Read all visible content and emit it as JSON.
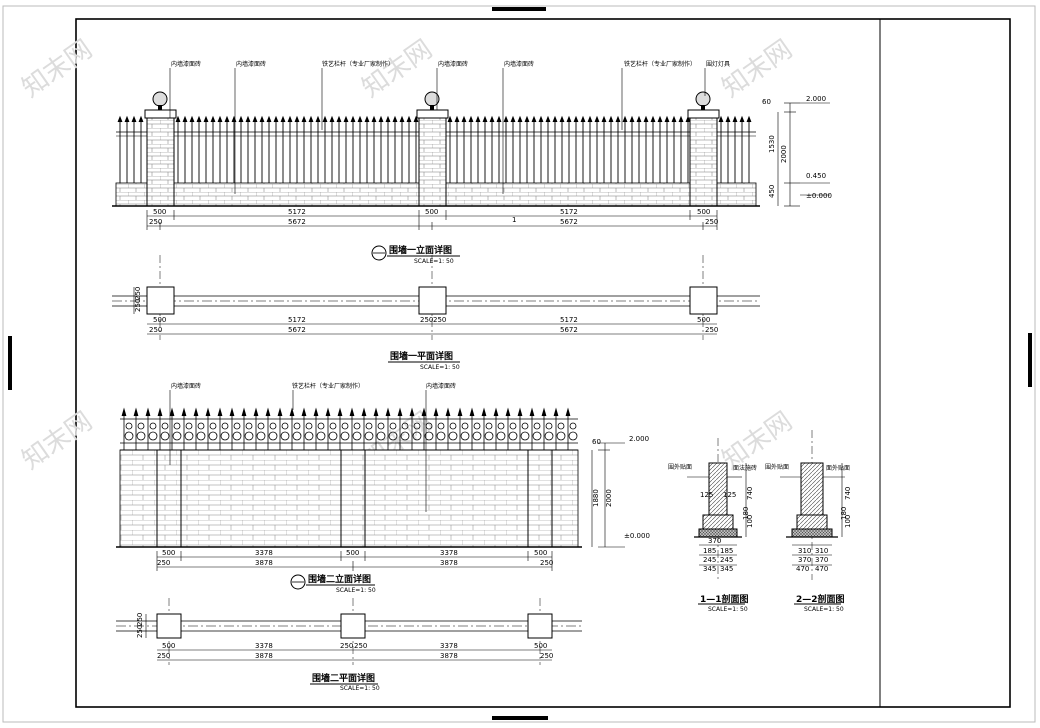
{
  "colors": {
    "line": "#000000",
    "brick": "#777777",
    "hatch": "#555555",
    "wm": "#d9d9d9",
    "bg": "#ffffff"
  },
  "watermark": "知末网",
  "elev1": {
    "title": "围墙一立面详图",
    "scale": "SCALE=1: 50",
    "leaders": [
      "内墙漆面砖",
      "内墙漆面砖",
      "铁艺栏杆（专业厂家制作）",
      "内墙漆面砖",
      "内墙漆面砖",
      "铁艺栏杆（专业厂家制作）",
      "围灯灯具"
    ],
    "dims_top": [
      "500",
      "5172",
      "500",
      "5172",
      "500"
    ],
    "dims_bot": [
      "250",
      "5672",
      "5672",
      "250"
    ],
    "right_dims": [
      "60",
      "1530",
      "450",
      "2000"
    ],
    "levels": [
      "2.000",
      "0.450",
      "±0.000"
    ],
    "sec_mark": "1"
  },
  "plan1": {
    "title": "围墙一平面详图",
    "scale": "SCALE=1: 50",
    "side_dims": [
      "250",
      "250"
    ],
    "dims_top": [
      "500",
      "5172",
      "250",
      "250",
      "5172",
      "500"
    ],
    "dims_bot": [
      "250",
      "5672",
      "5672",
      "250"
    ]
  },
  "elev2": {
    "title": "围墙二立面详图",
    "scale": "SCALE=1: 50",
    "leaders": [
      "内墙漆面砖",
      "铁艺栏杆（专业厂家制作）",
      "内墙漆面砖"
    ],
    "dims_top": [
      "500",
      "3378",
      "500",
      "3378",
      "500"
    ],
    "dims_bot": [
      "250",
      "3878",
      "3878",
      "250"
    ],
    "right_dims": [
      "60",
      "1880",
      "2000"
    ],
    "levels": [
      "2.000",
      "±0.000"
    ]
  },
  "plan2": {
    "title": "围墙二平面详图",
    "scale": "SCALE=1: 50",
    "side_dims": [
      "250",
      "250"
    ],
    "dims_top": [
      "500",
      "3378",
      "250",
      "250",
      "3378",
      "500"
    ],
    "dims_bot": [
      "250",
      "3878",
      "3878",
      "250"
    ]
  },
  "sec1": {
    "title": "1—1剖面图",
    "scale": "SCALE=1: 50",
    "labels": [
      "围外贴面",
      "面法施砖"
    ],
    "dims": [
      "125",
      "125",
      "740",
      "100",
      "180",
      "370",
      "185",
      "185",
      "245",
      "245",
      "345",
      "345"
    ]
  },
  "sec2": {
    "title": "2—2剖面图",
    "scale": "SCALE=1: 50",
    "labels": [
      "围外贴面",
      "面外贴面"
    ],
    "dims": [
      "740",
      "100",
      "180",
      "310",
      "310",
      "370",
      "370",
      "470",
      "470"
    ]
  }
}
